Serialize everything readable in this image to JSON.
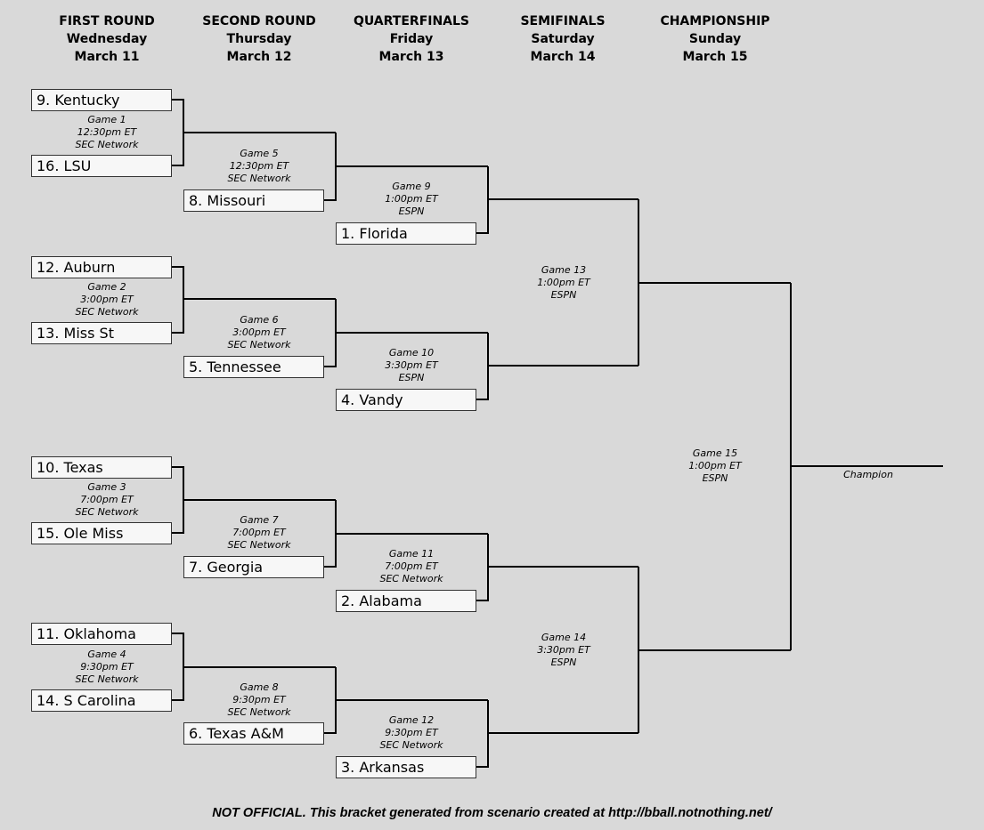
{
  "rounds": [
    {
      "name": "FIRST ROUND",
      "day": "Wednesday",
      "date": "March 11"
    },
    {
      "name": "SECOND ROUND",
      "day": "Thursday",
      "date": "March 12"
    },
    {
      "name": "QUARTERFINALS",
      "day": "Friday",
      "date": "March 13"
    },
    {
      "name": "SEMIFINALS",
      "day": "Saturday",
      "date": "March 14"
    },
    {
      "name": "CHAMPIONSHIP",
      "day": "Sunday",
      "date": "March 15"
    }
  ],
  "teams": {
    "r1": [
      "9. Kentucky",
      "16. LSU",
      "12. Auburn",
      "13. Miss St",
      "10. Texas",
      "15. Ole Miss",
      "11. Oklahoma",
      "14. S Carolina"
    ],
    "r2": [
      "8. Missouri",
      "5. Tennessee",
      "7. Georgia",
      "6. Texas A&M"
    ],
    "r3": [
      "1. Florida",
      "4. Vandy",
      "2. Alabama",
      "3. Arkansas"
    ]
  },
  "games": [
    {
      "game": "Game 1",
      "time": "12:30pm ET",
      "network": "SEC Network"
    },
    {
      "game": "Game 2",
      "time": "3:00pm ET",
      "network": "SEC Network"
    },
    {
      "game": "Game 3",
      "time": "7:00pm ET",
      "network": "SEC Network"
    },
    {
      "game": "Game 4",
      "time": "9:30pm ET",
      "network": "SEC Network"
    },
    {
      "game": "Game 5",
      "time": "12:30pm ET",
      "network": "SEC Network"
    },
    {
      "game": "Game 6",
      "time": "3:00pm ET",
      "network": "SEC Network"
    },
    {
      "game": "Game 7",
      "time": "7:00pm ET",
      "network": "SEC Network"
    },
    {
      "game": "Game 8",
      "time": "9:30pm ET",
      "network": "SEC Network"
    },
    {
      "game": "Game 9",
      "time": "1:00pm ET",
      "network": "ESPN"
    },
    {
      "game": "Game 10",
      "time": "3:30pm ET",
      "network": "ESPN"
    },
    {
      "game": "Game 11",
      "time": "7:00pm ET",
      "network": "SEC Network"
    },
    {
      "game": "Game 12",
      "time": "9:30pm ET",
      "network": "SEC Network"
    },
    {
      "game": "Game 13",
      "time": "1:00pm ET",
      "network": "ESPN"
    },
    {
      "game": "Game 14",
      "time": "3:30pm ET",
      "network": "ESPN"
    },
    {
      "game": "Game 15",
      "time": "1:00pm ET",
      "network": "ESPN"
    }
  ],
  "champion_label": "Champion",
  "footer": "NOT OFFICIAL.  This bracket generated from scenario created at http://bball.notnothing.net/"
}
